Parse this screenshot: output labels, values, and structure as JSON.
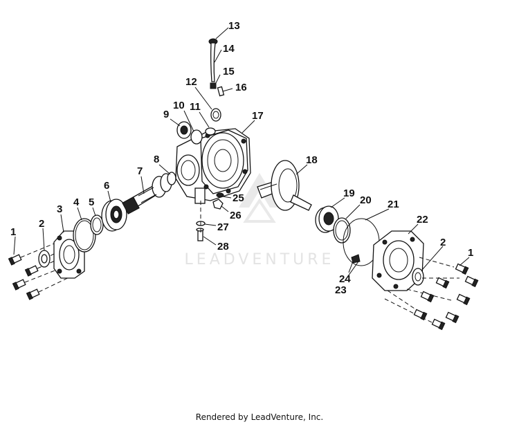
{
  "diagram": {
    "watermark": "LEADVENTURE",
    "footer": "Rendered by LeadVenture, Inc.",
    "callouts": [
      "1",
      "2",
      "3",
      "4",
      "5",
      "6",
      "7",
      "8",
      "9",
      "10",
      "11",
      "12",
      "13",
      "14",
      "15",
      "16",
      "17",
      "18",
      "19",
      "20",
      "21",
      "22",
      "2",
      "1",
      "24",
      "23",
      "25",
      "26",
      "27",
      "28"
    ]
  }
}
